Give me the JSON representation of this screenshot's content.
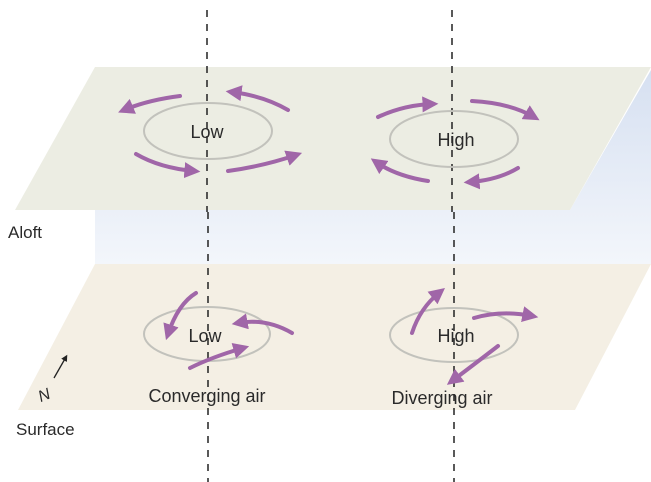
{
  "levels": {
    "aloft_label": "Aloft",
    "surface_label": "Surface"
  },
  "aloft": {
    "low_label": "Low",
    "high_label": "High"
  },
  "surface": {
    "low_label": "Low",
    "high_label": "High",
    "low_caption": "Converging air",
    "high_caption": "Diverging air"
  },
  "north_label": "N",
  "colors": {
    "aloft_plane": "#ecede3",
    "surface_plane": "#f4efe4",
    "side_shading": "#e3eaf6",
    "arrow": "#a066a8",
    "isobar": "#c2c2bc",
    "axis": "#222222"
  }
}
